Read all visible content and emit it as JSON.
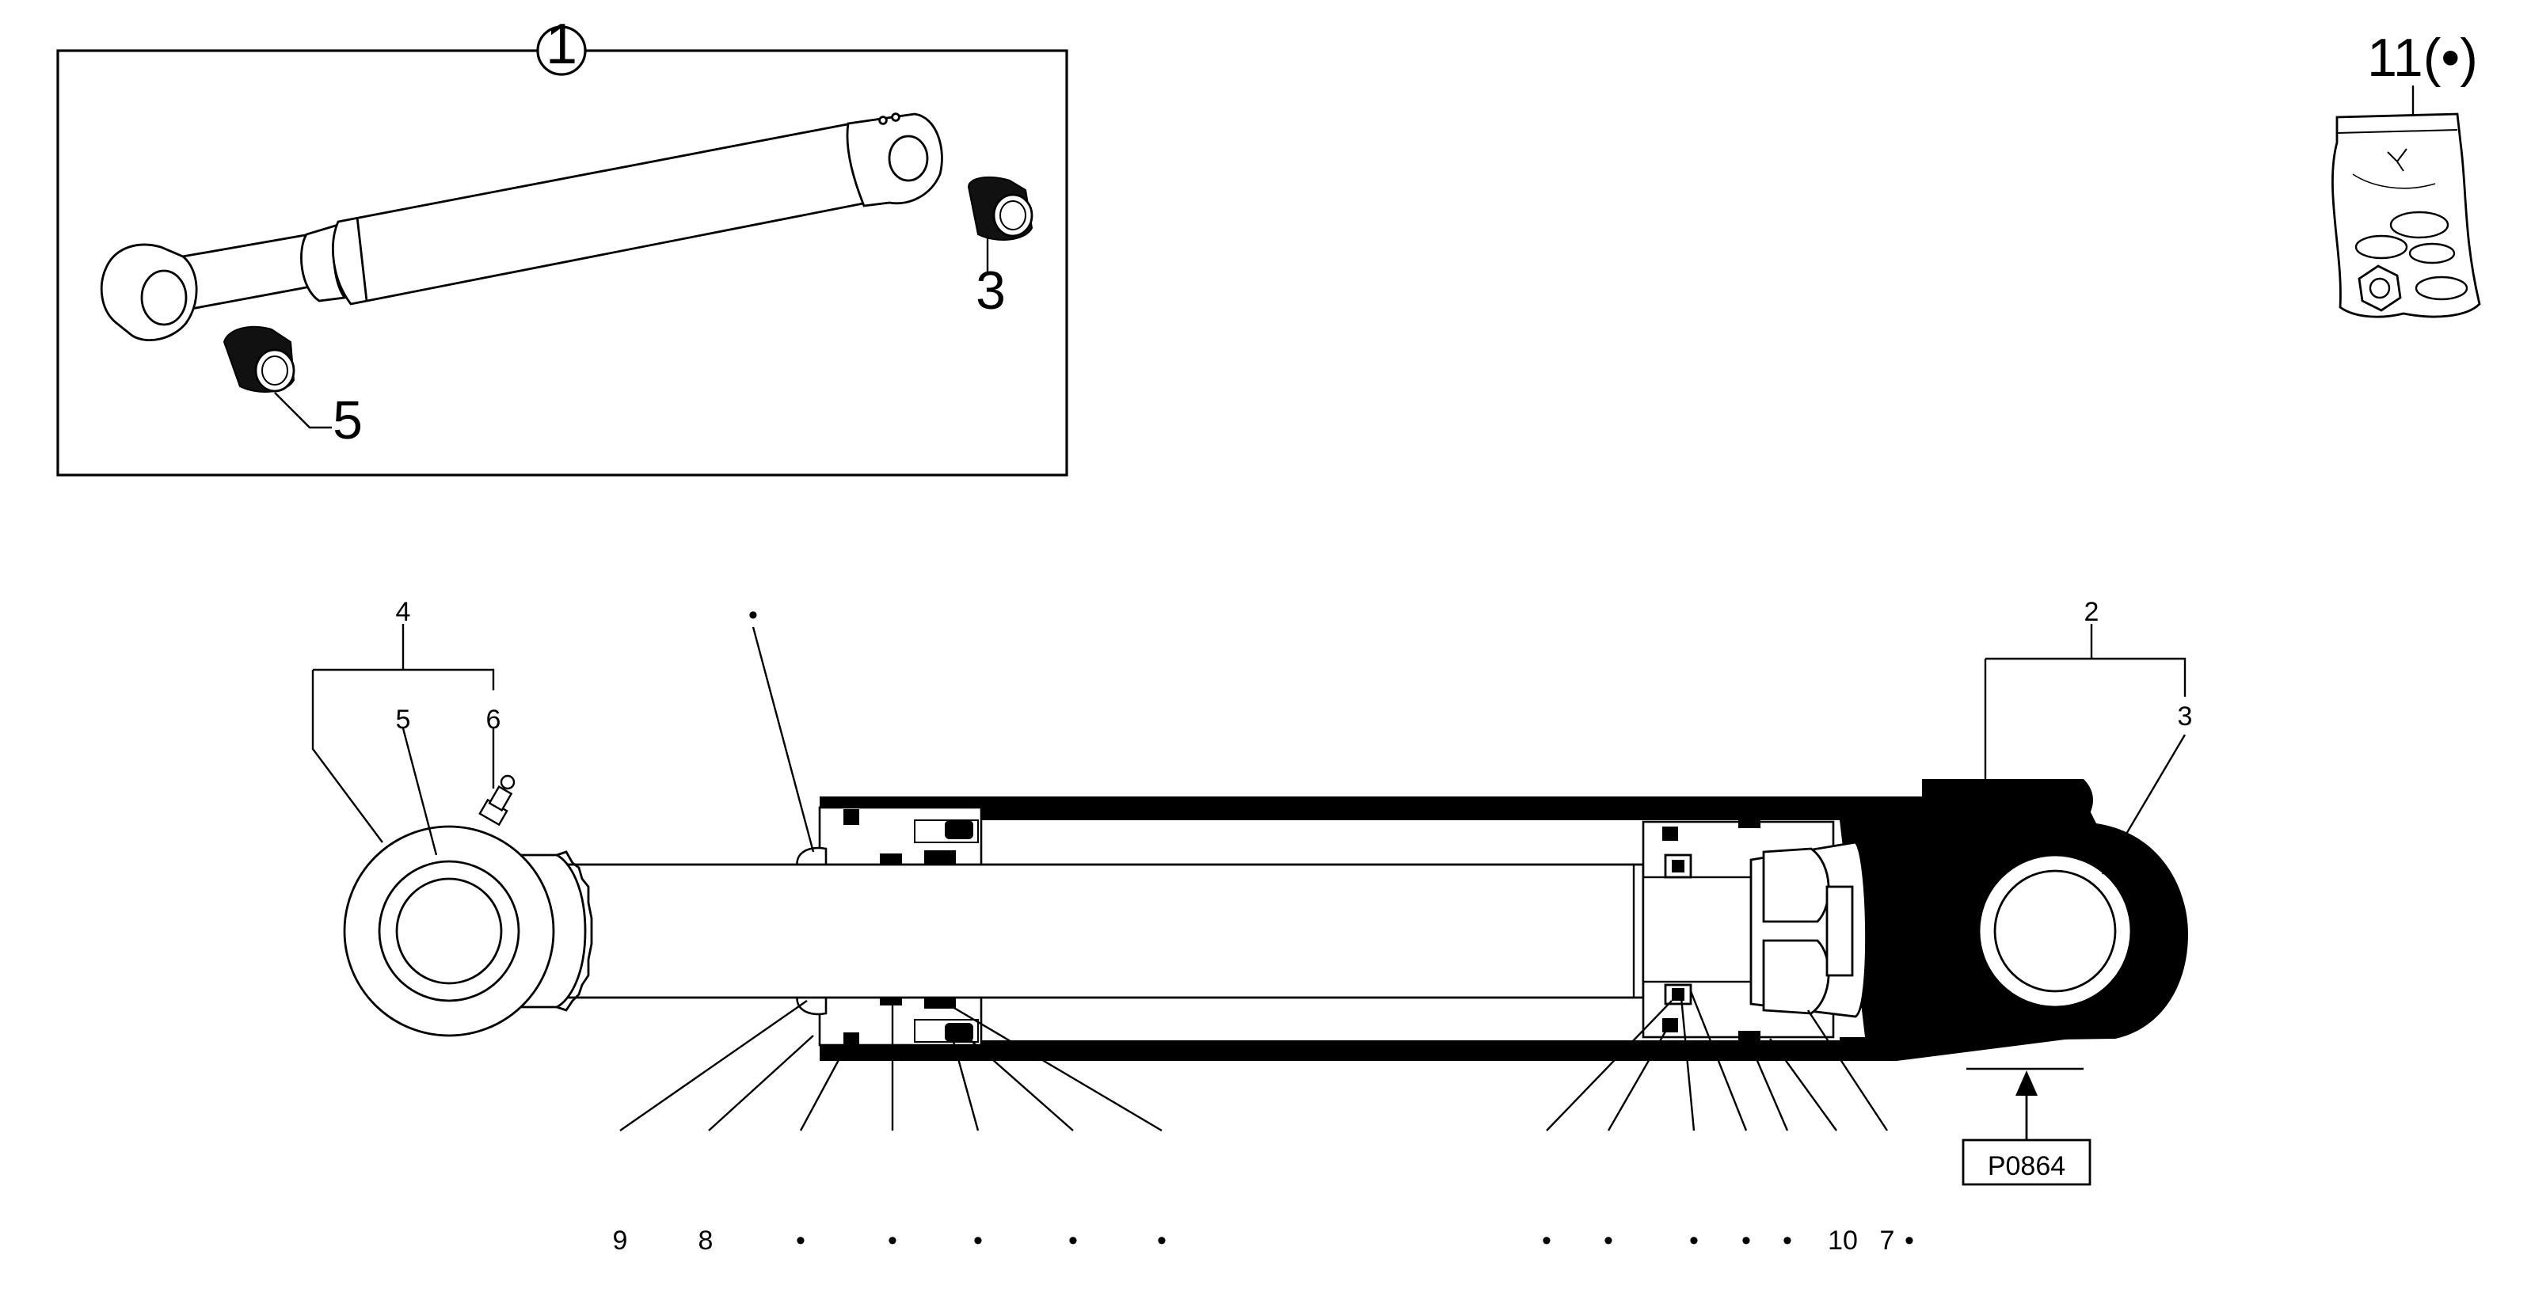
{
  "inset": {
    "callout": "1",
    "labels": {
      "bushing_right": "3",
      "bushing_left": "5"
    }
  },
  "kit": {
    "label": "11(•)"
  },
  "callouts": {
    "eye_group": "4",
    "eye_bushing": "5",
    "grease_nipple": "6",
    "tube_group": "2",
    "tube_bushing": "3",
    "b9": "9",
    "b8": "8",
    "b10": "10",
    "b7": "7",
    "dot": "•",
    "b7_dot": "•"
  },
  "ref_box": {
    "label": "P0864"
  }
}
